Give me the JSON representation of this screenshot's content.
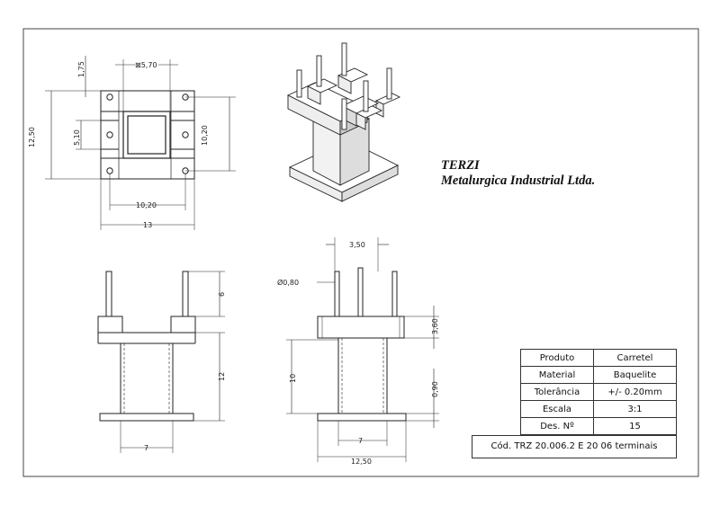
{
  "company": {
    "name": "TERZI",
    "subtitle": "Metalurgica Industrial Ltda."
  },
  "title_block": {
    "rows": [
      {
        "label": "Produto",
        "value": "Carretel"
      },
      {
        "label": "Material",
        "value": "Baquelite"
      },
      {
        "label": "Tolerância",
        "value": "+/- 0.20mm"
      },
      {
        "label": "Escala",
        "value": "3:1"
      },
      {
        "label": "Des. Nº",
        "value": "15"
      }
    ],
    "code": "Cód. TRZ 20.006.2 E 20 06 terminais"
  },
  "dimensions": {
    "top_square": "⊠5,70",
    "top_d175": "1,75",
    "top_d1250": "12,50",
    "top_d510": "5,10",
    "top_d1020_right": "10,20",
    "top_d1020_bottom": "10,20",
    "top_d13": "13",
    "left_d6": "6",
    "left_d12": "12",
    "left_d7": "7",
    "right_d350": "3,50",
    "right_phi": "Ø0,80",
    "right_d360": "3,60",
    "right_d10": "10",
    "right_d090": "0,90",
    "right_d7": "7",
    "right_d1250": "12,50"
  }
}
